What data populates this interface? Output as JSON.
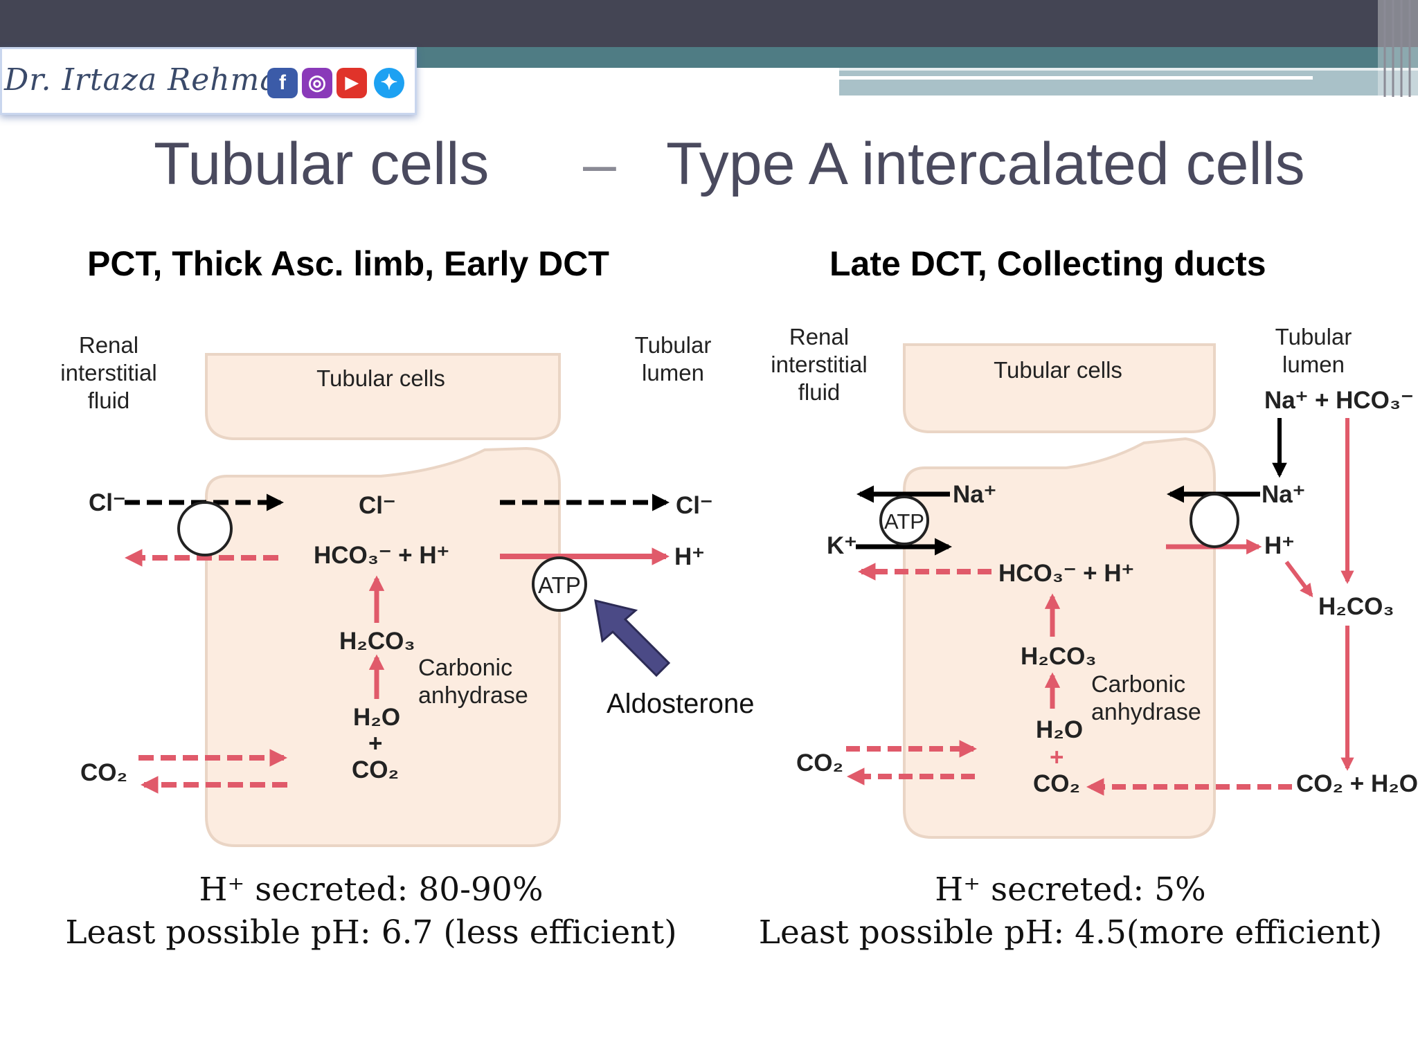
{
  "brand": {
    "name": "Dr. Irtaza Rehman",
    "icons": [
      "facebook-icon",
      "instagram-icon",
      "youtube-icon",
      "twitter-icon"
    ]
  },
  "title": {
    "left": "Tubular cells",
    "separator": "–",
    "right": "Type A intercalated cells"
  },
  "left_panel": {
    "heading": "PCT, Thick Asc. limb, Early DCT",
    "interstitial_1": "Renal",
    "interstitial_2": "interstitial",
    "interstitial_3": "fluid",
    "cell_label": "Tubular cells",
    "lumen_1": "Tubular",
    "lumen_2": "lumen",
    "cl_left": "Cl⁻",
    "cl_mid": "Cl⁻",
    "cl_right": "Cl⁻",
    "hco3_h": "HCO₃⁻ + H⁺",
    "h_right": "H⁺",
    "atp": "ATP",
    "h2co3": "H₂CO₃",
    "ca_1": "Carbonic",
    "ca_2": "anhydrase",
    "h2o": "H₂O",
    "plus": "+",
    "co2_mid": "CO₂",
    "co2_left": "CO₂",
    "aldosterone": "Aldosterone",
    "caption_1": "H⁺ secreted: 80-90%",
    "caption_2": "Least possible pH: 6.7 (less efficient)"
  },
  "right_panel": {
    "heading": "Late DCT, Collecting ducts",
    "interstitial_1": "Renal",
    "interstitial_2": "interstitial",
    "interstitial_3": "fluid",
    "cell_label": "Tubular cells",
    "lumen_1": "Tubular",
    "lumen_2": "lumen",
    "na_hco3": "Na⁺ + HCO₃⁻",
    "na_left": "Na⁺",
    "na_right": "Na⁺",
    "k": "K⁺",
    "atp": "ATP",
    "hco3_h": "HCO₃⁻ + H⁺",
    "h_right": "H⁺",
    "h2co3_lumen": "H₂CO₃",
    "h2co3": "H₂CO₃",
    "ca_1": "Carbonic",
    "ca_2": "anhydrase",
    "h2o": "H₂O",
    "plus": "+",
    "co2_mid": "CO₂",
    "co2_left": "CO₂",
    "co2_h2o": "CO₂ + H₂O",
    "caption_1": "H⁺ secreted: 5%",
    "caption_2": "Least possible pH: 4.5(more efficient)"
  },
  "colors": {
    "cell_fill": "#fcece0",
    "cell_stroke": "#ead5c5",
    "red_arrow": "#e05a6a",
    "black_arrow": "#000000",
    "aldosterone_arrow": "#4b4a86",
    "header_dark": "#444554",
    "header_teal": "#4f7c84"
  }
}
